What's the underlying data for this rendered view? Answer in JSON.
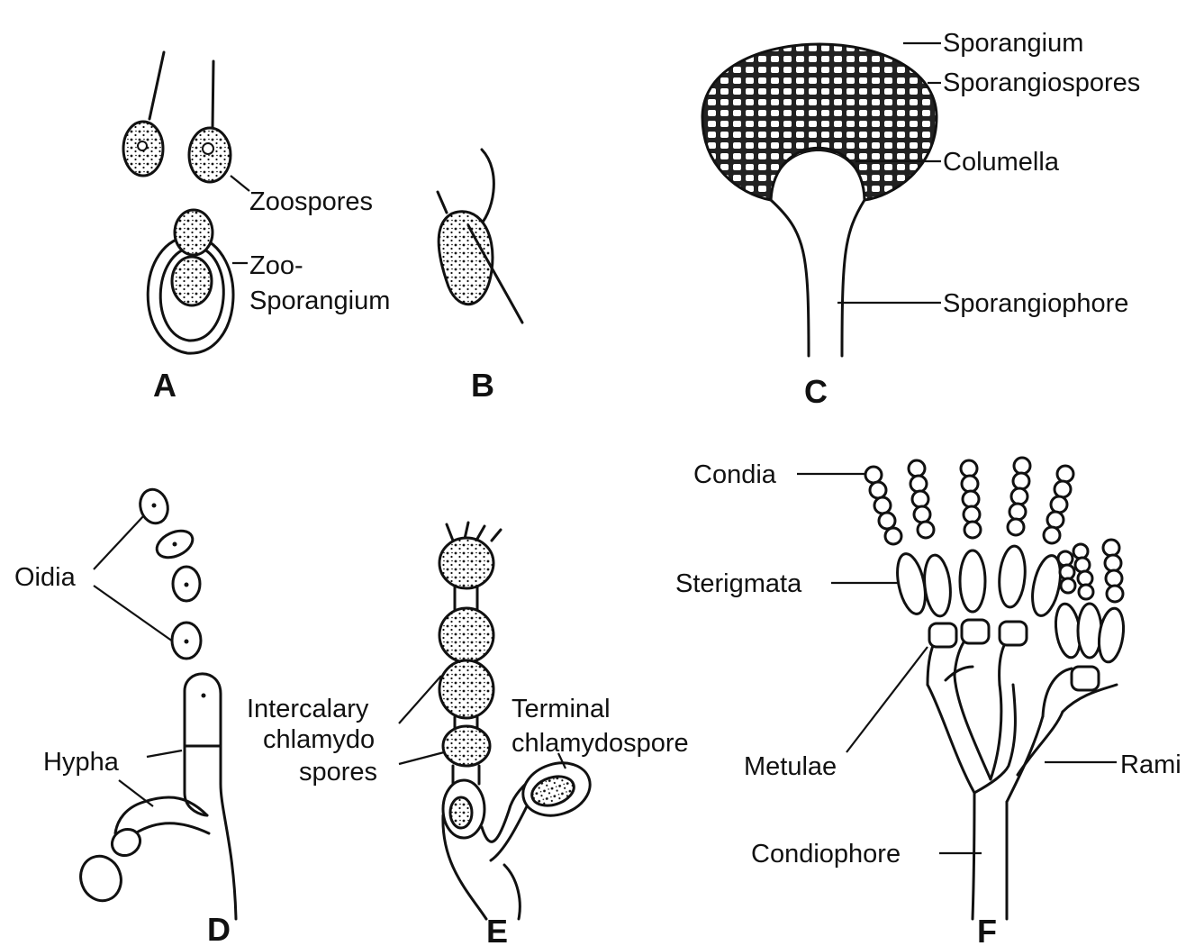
{
  "panels": {
    "A": {
      "letter": "A",
      "labels": {
        "zoospores": "Zoospores",
        "zoo": "Zoo-",
        "sporangium": "Sporangium"
      }
    },
    "B": {
      "letter": "B"
    },
    "C": {
      "letter": "C",
      "labels": {
        "sporangium": "Sporangium",
        "sporangiospores": "Sporangiospores",
        "columella": "Columella",
        "sporangiophore": "Sporangiophore"
      }
    },
    "D": {
      "letter": "D",
      "labels": {
        "oidia": "Oidia",
        "hypha": "Hypha"
      }
    },
    "E": {
      "letter": "E",
      "labels": {
        "intercalary": "Intercalary",
        "chlamydo": "chlamydo",
        "spores": "spores",
        "terminal": "Terminal",
        "chlamydospore": "chlamydospore"
      }
    },
    "F": {
      "letter": "F",
      "labels": {
        "condia": "Condia",
        "sterigmata": "Sterigmata",
        "metulae": "Metulae",
        "rami": "Rami",
        "condiophore": "Condiophore"
      }
    }
  }
}
